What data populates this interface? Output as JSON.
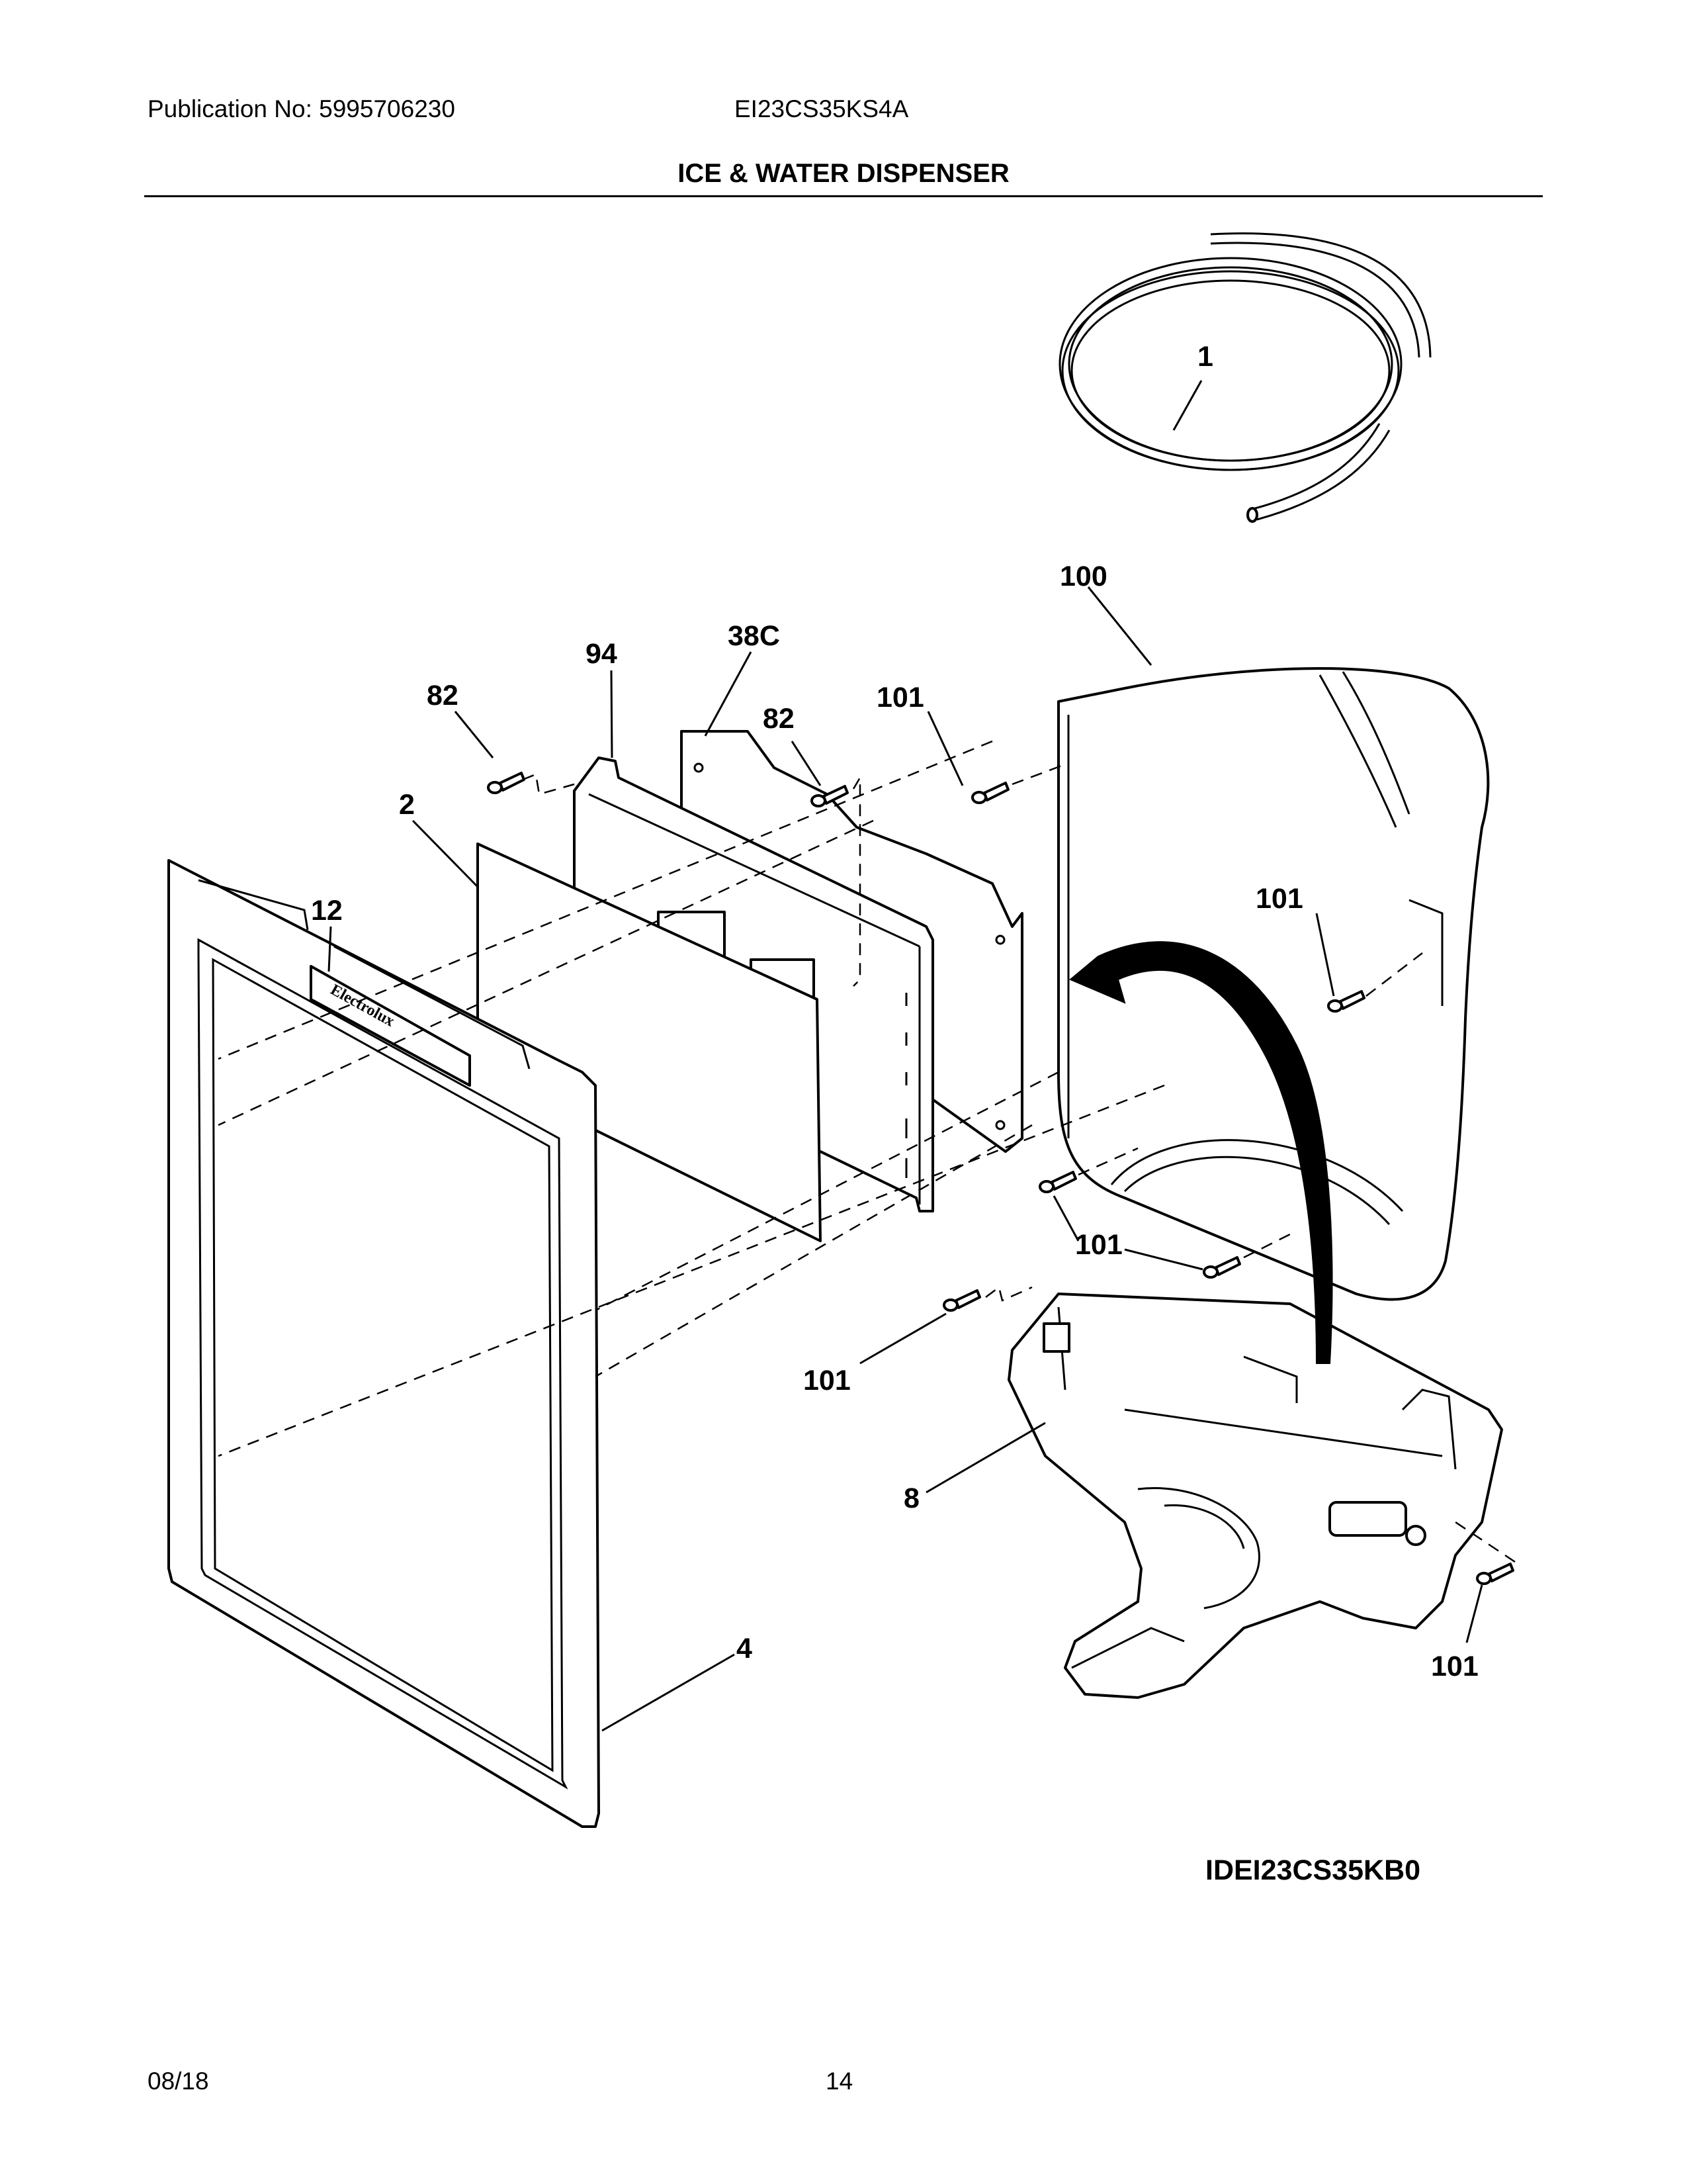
{
  "header": {
    "publication": "Publication No: 5995706230",
    "model": "EI23CS35KS4A",
    "section_title": "ICE & WATER DISPENSER"
  },
  "diagram": {
    "callouts": {
      "tubing": "1",
      "insulation_panel": "2",
      "front_bezel": "4",
      "dispenser_housing": "8",
      "nameplate": "12",
      "nameplate_text": "Electrolux",
      "control_board": "38C",
      "screw_upper_left": "82",
      "screw_upper_mid": "82",
      "board_housing": "94",
      "ice_chute": "100",
      "screw_a": "101",
      "screw_b": "101",
      "screw_c": "101",
      "screw_d": "101",
      "screw_e": "101",
      "screw_f": "101"
    },
    "drawing_id": "IDEI23CS35KB0"
  },
  "footer": {
    "date": "08/18",
    "page": "14"
  }
}
